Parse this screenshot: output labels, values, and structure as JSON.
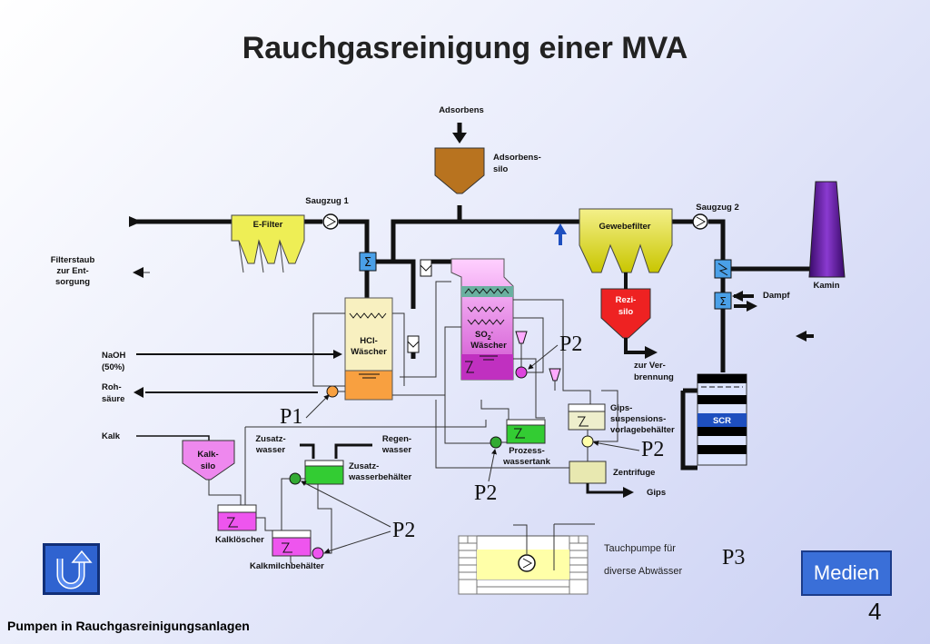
{
  "title": "Rauchgasreinigung einer MVA",
  "footer": "Pumpen in Rauchgasreinigungsanlagen",
  "page_number": "4",
  "buttons": {
    "medien": "Medien",
    "back_icon": "u-turn-arrow-icon"
  },
  "labels": {
    "adsorbens": "Adsorbens",
    "adsorbens_silo_1": "Adsorbens-",
    "adsorbens_silo_2": "silo",
    "saugzug1": "Saugzug 1",
    "saugzug2": "Saugzug 2",
    "efilter": "E-Filter",
    "gewebefilter": "Gewebefilter",
    "kamin": "Kamin",
    "filterstaub_1": "Filterstaub",
    "filterstaub_2": "zur Ent-",
    "filterstaub_3": "sorgung",
    "dampf": "Dampf",
    "rezi_1": "Rezi-",
    "rezi_2": "silo",
    "hcl_1": "HCl-",
    "hcl_2": "Wäscher",
    "so2_1": "SO",
    "so2_sub": "2",
    "so2_sup": "-",
    "so2_2": "Wäscher",
    "zurver_1": "zur Ver-",
    "zurver_2": "brennung",
    "naoh_1": "NaOH",
    "naoh_2": "(50%)",
    "roh_1": "Roh-",
    "roh_2": "säure",
    "kalk": "Kalk",
    "kalksilo_1": "Kalk-",
    "kalksilo_2": "silo",
    "zusatz_1": "Zusatz-",
    "zusatz_2": "wasser",
    "regen_1": "Regen-",
    "regen_2": "wasser",
    "zwb_1": "Zusatz-",
    "zwb_2": "wasserbehälter",
    "prozess_1": "Prozess-",
    "prozess_2": "wassertank",
    "gips_1": "Gips-",
    "gips_2": "suspensions-",
    "gips_3": "vorlagebehälter",
    "zentrifuge": "Zentrifuge",
    "gips": "Gips",
    "scr": "SCR",
    "kalkloescher": "Kalklöscher",
    "kalkmilch": "Kalkmilchbehälter",
    "tauch_1": "Tauchpumpe für",
    "tauch_2": "diverse Abwässer"
  },
  "pumps": {
    "p1": "P1",
    "p2a": "P2",
    "p2b": "P2",
    "p2c": "P2",
    "p2d": "P2",
    "p3": "P3"
  }
}
